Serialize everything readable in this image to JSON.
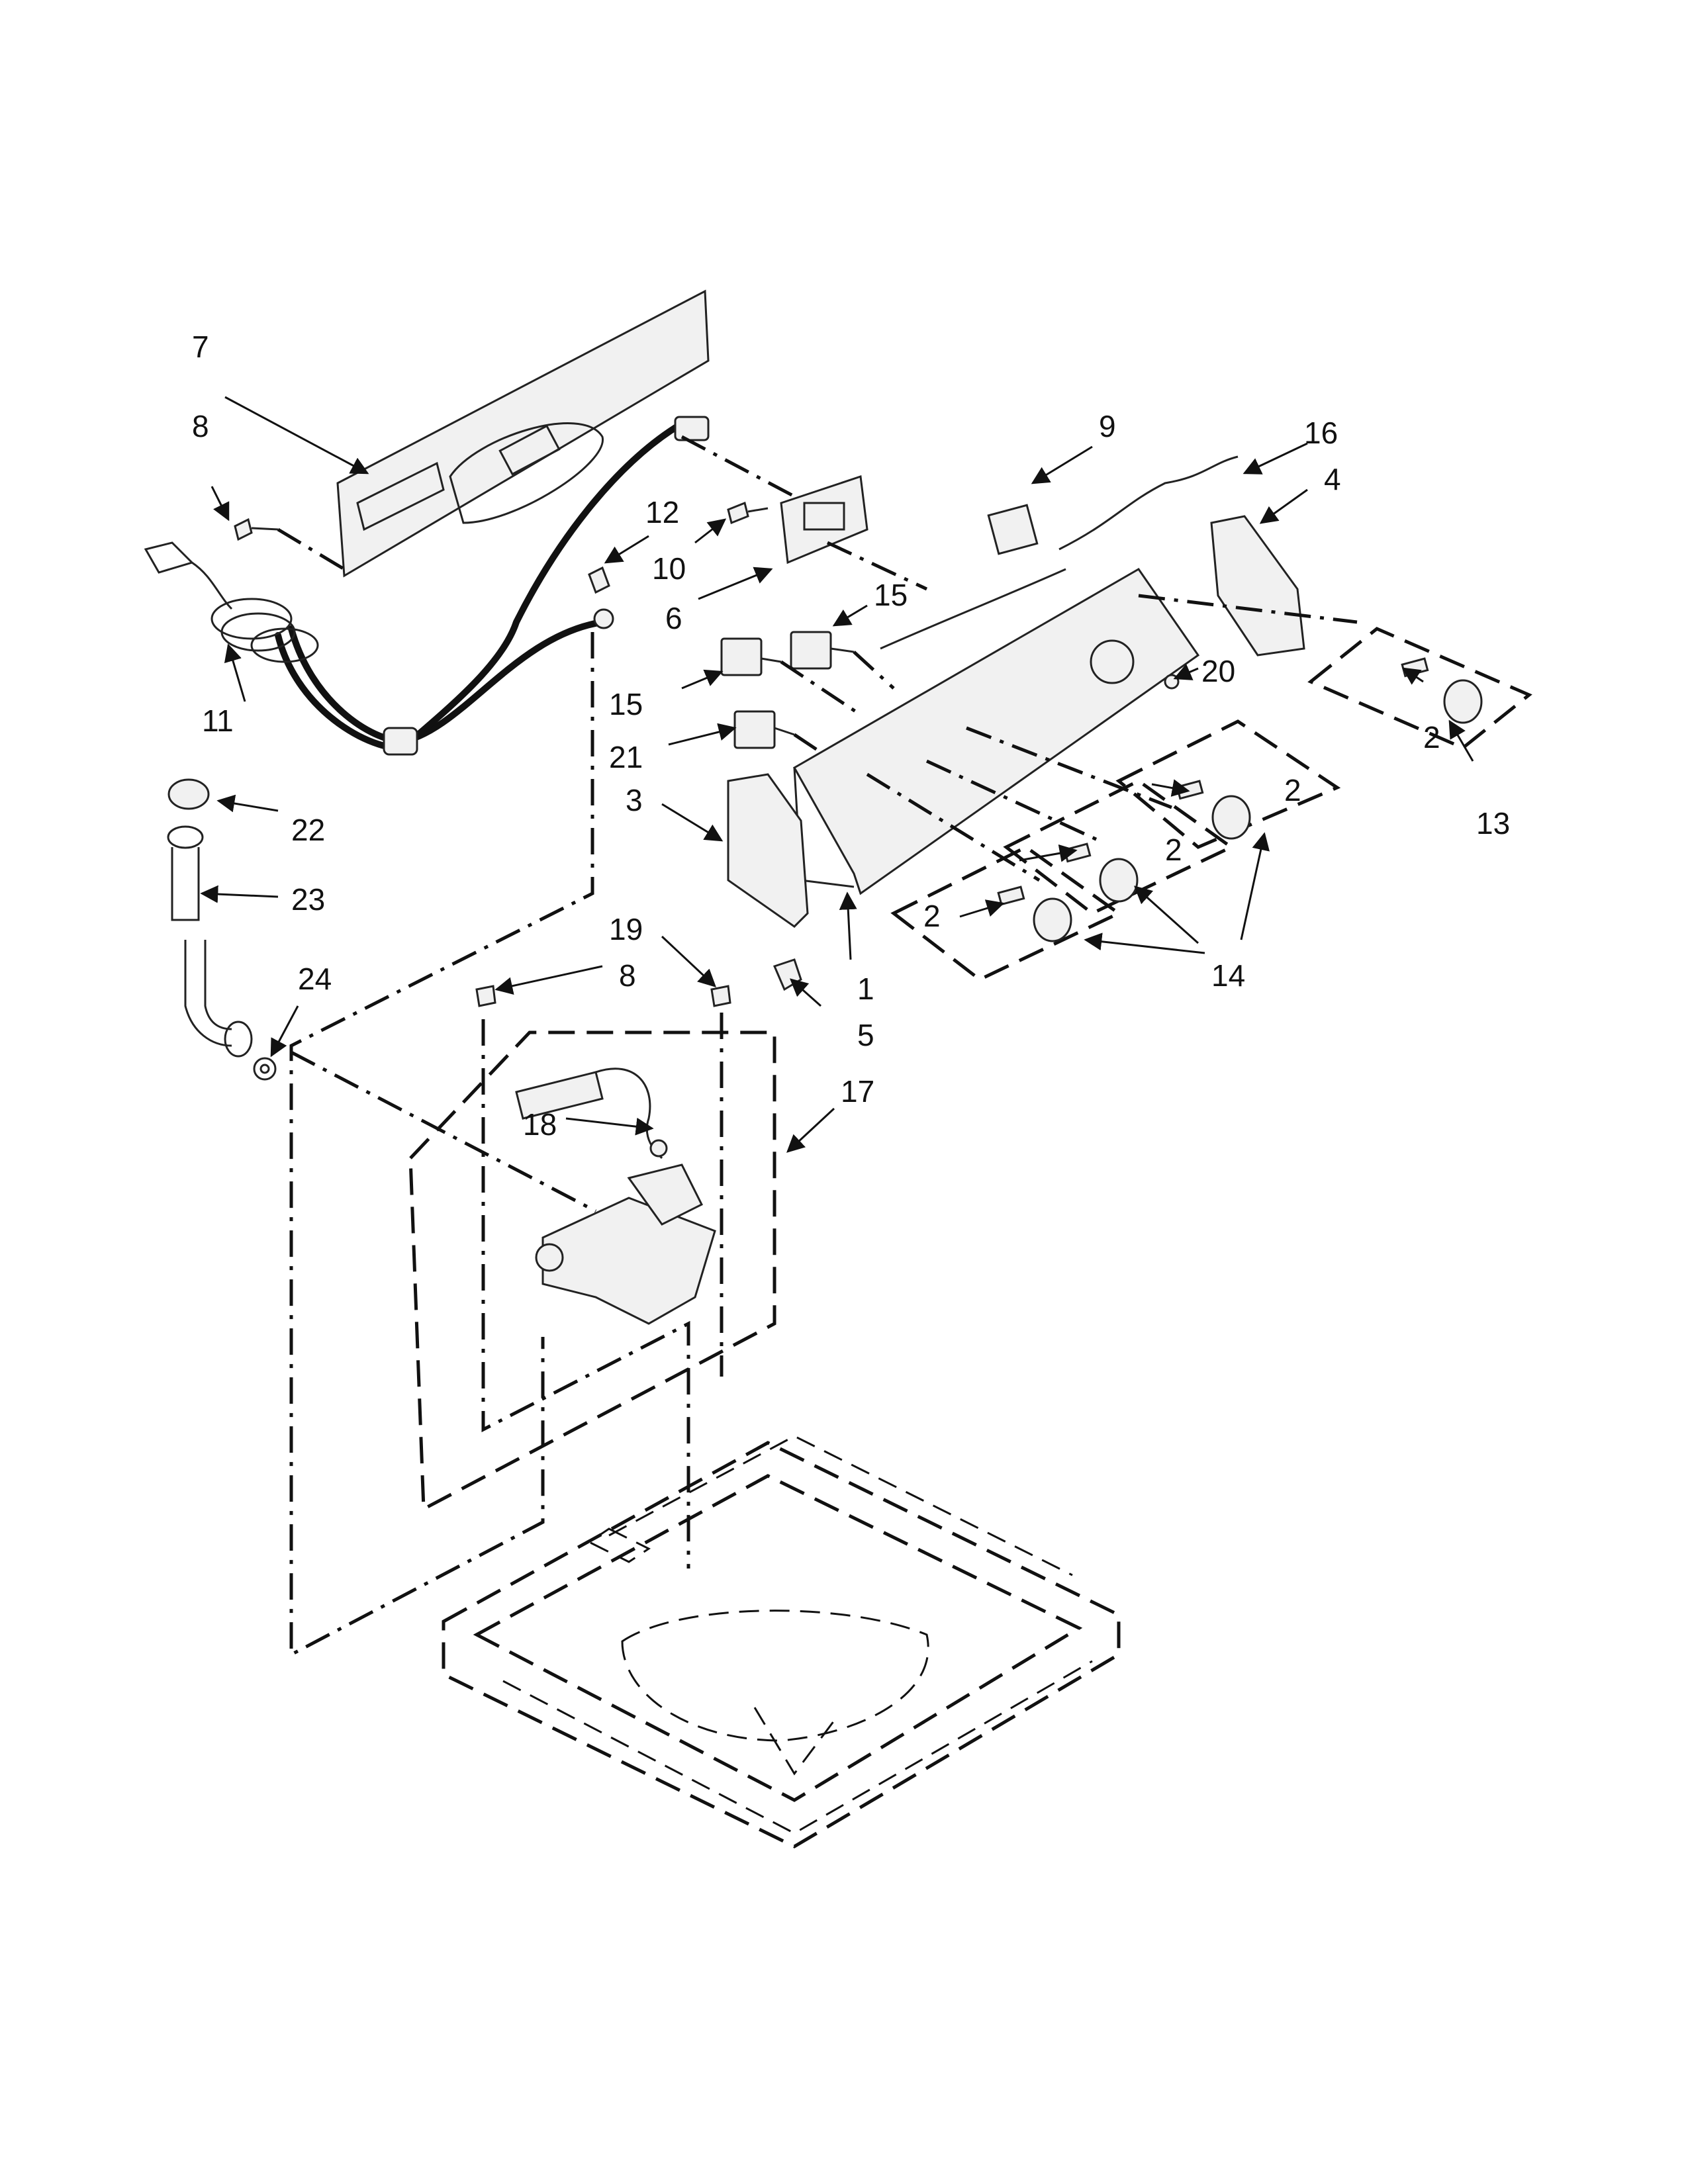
{
  "diagram": {
    "callouts": {
      "c1": "1",
      "c2a": "2",
      "c2b": "2",
      "c2c": "2",
      "c2d": "2",
      "c3": "3",
      "c4": "4",
      "c5": "5",
      "c6": "6",
      "c7": "7",
      "c8a": "8",
      "c8b": "8",
      "c9": "9",
      "c10": "10",
      "c11": "11",
      "c12": "12",
      "c13": "13",
      "c14": "14",
      "c15a": "15",
      "c15b": "15",
      "c16": "16",
      "c17": "17",
      "c18": "18",
      "c19": "19",
      "c20": "20",
      "c21": "21",
      "c22": "22",
      "c23": "23",
      "c24": "24"
    }
  }
}
